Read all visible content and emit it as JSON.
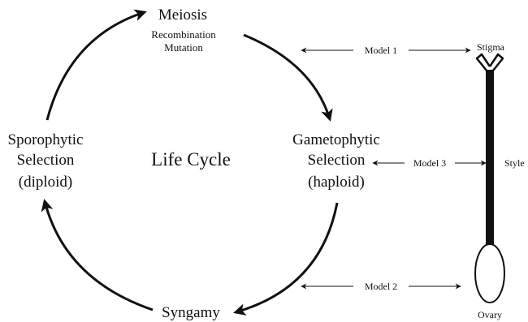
{
  "cycle": {
    "title": "Life Cycle",
    "meiosis": {
      "label": "Meiosis",
      "sub1": "Recombination",
      "sub2": "Mutation"
    },
    "gametophytic": {
      "line1": "Gametophytic",
      "line2": "Selection",
      "line3": "(haploid)"
    },
    "syngamy": {
      "label": "Syngamy"
    },
    "sporophytic": {
      "line1": "Sporophytic",
      "line2": "Selection",
      "line3": "(diploid)"
    }
  },
  "models": {
    "model1": "Model 1",
    "model2": "Model 2",
    "model3": "Model 3"
  },
  "pistil": {
    "stigma": "Stigma",
    "style": "Style",
    "ovary": "Ovary"
  },
  "colors": {
    "ink": "#111111",
    "background": "#ffffff"
  }
}
